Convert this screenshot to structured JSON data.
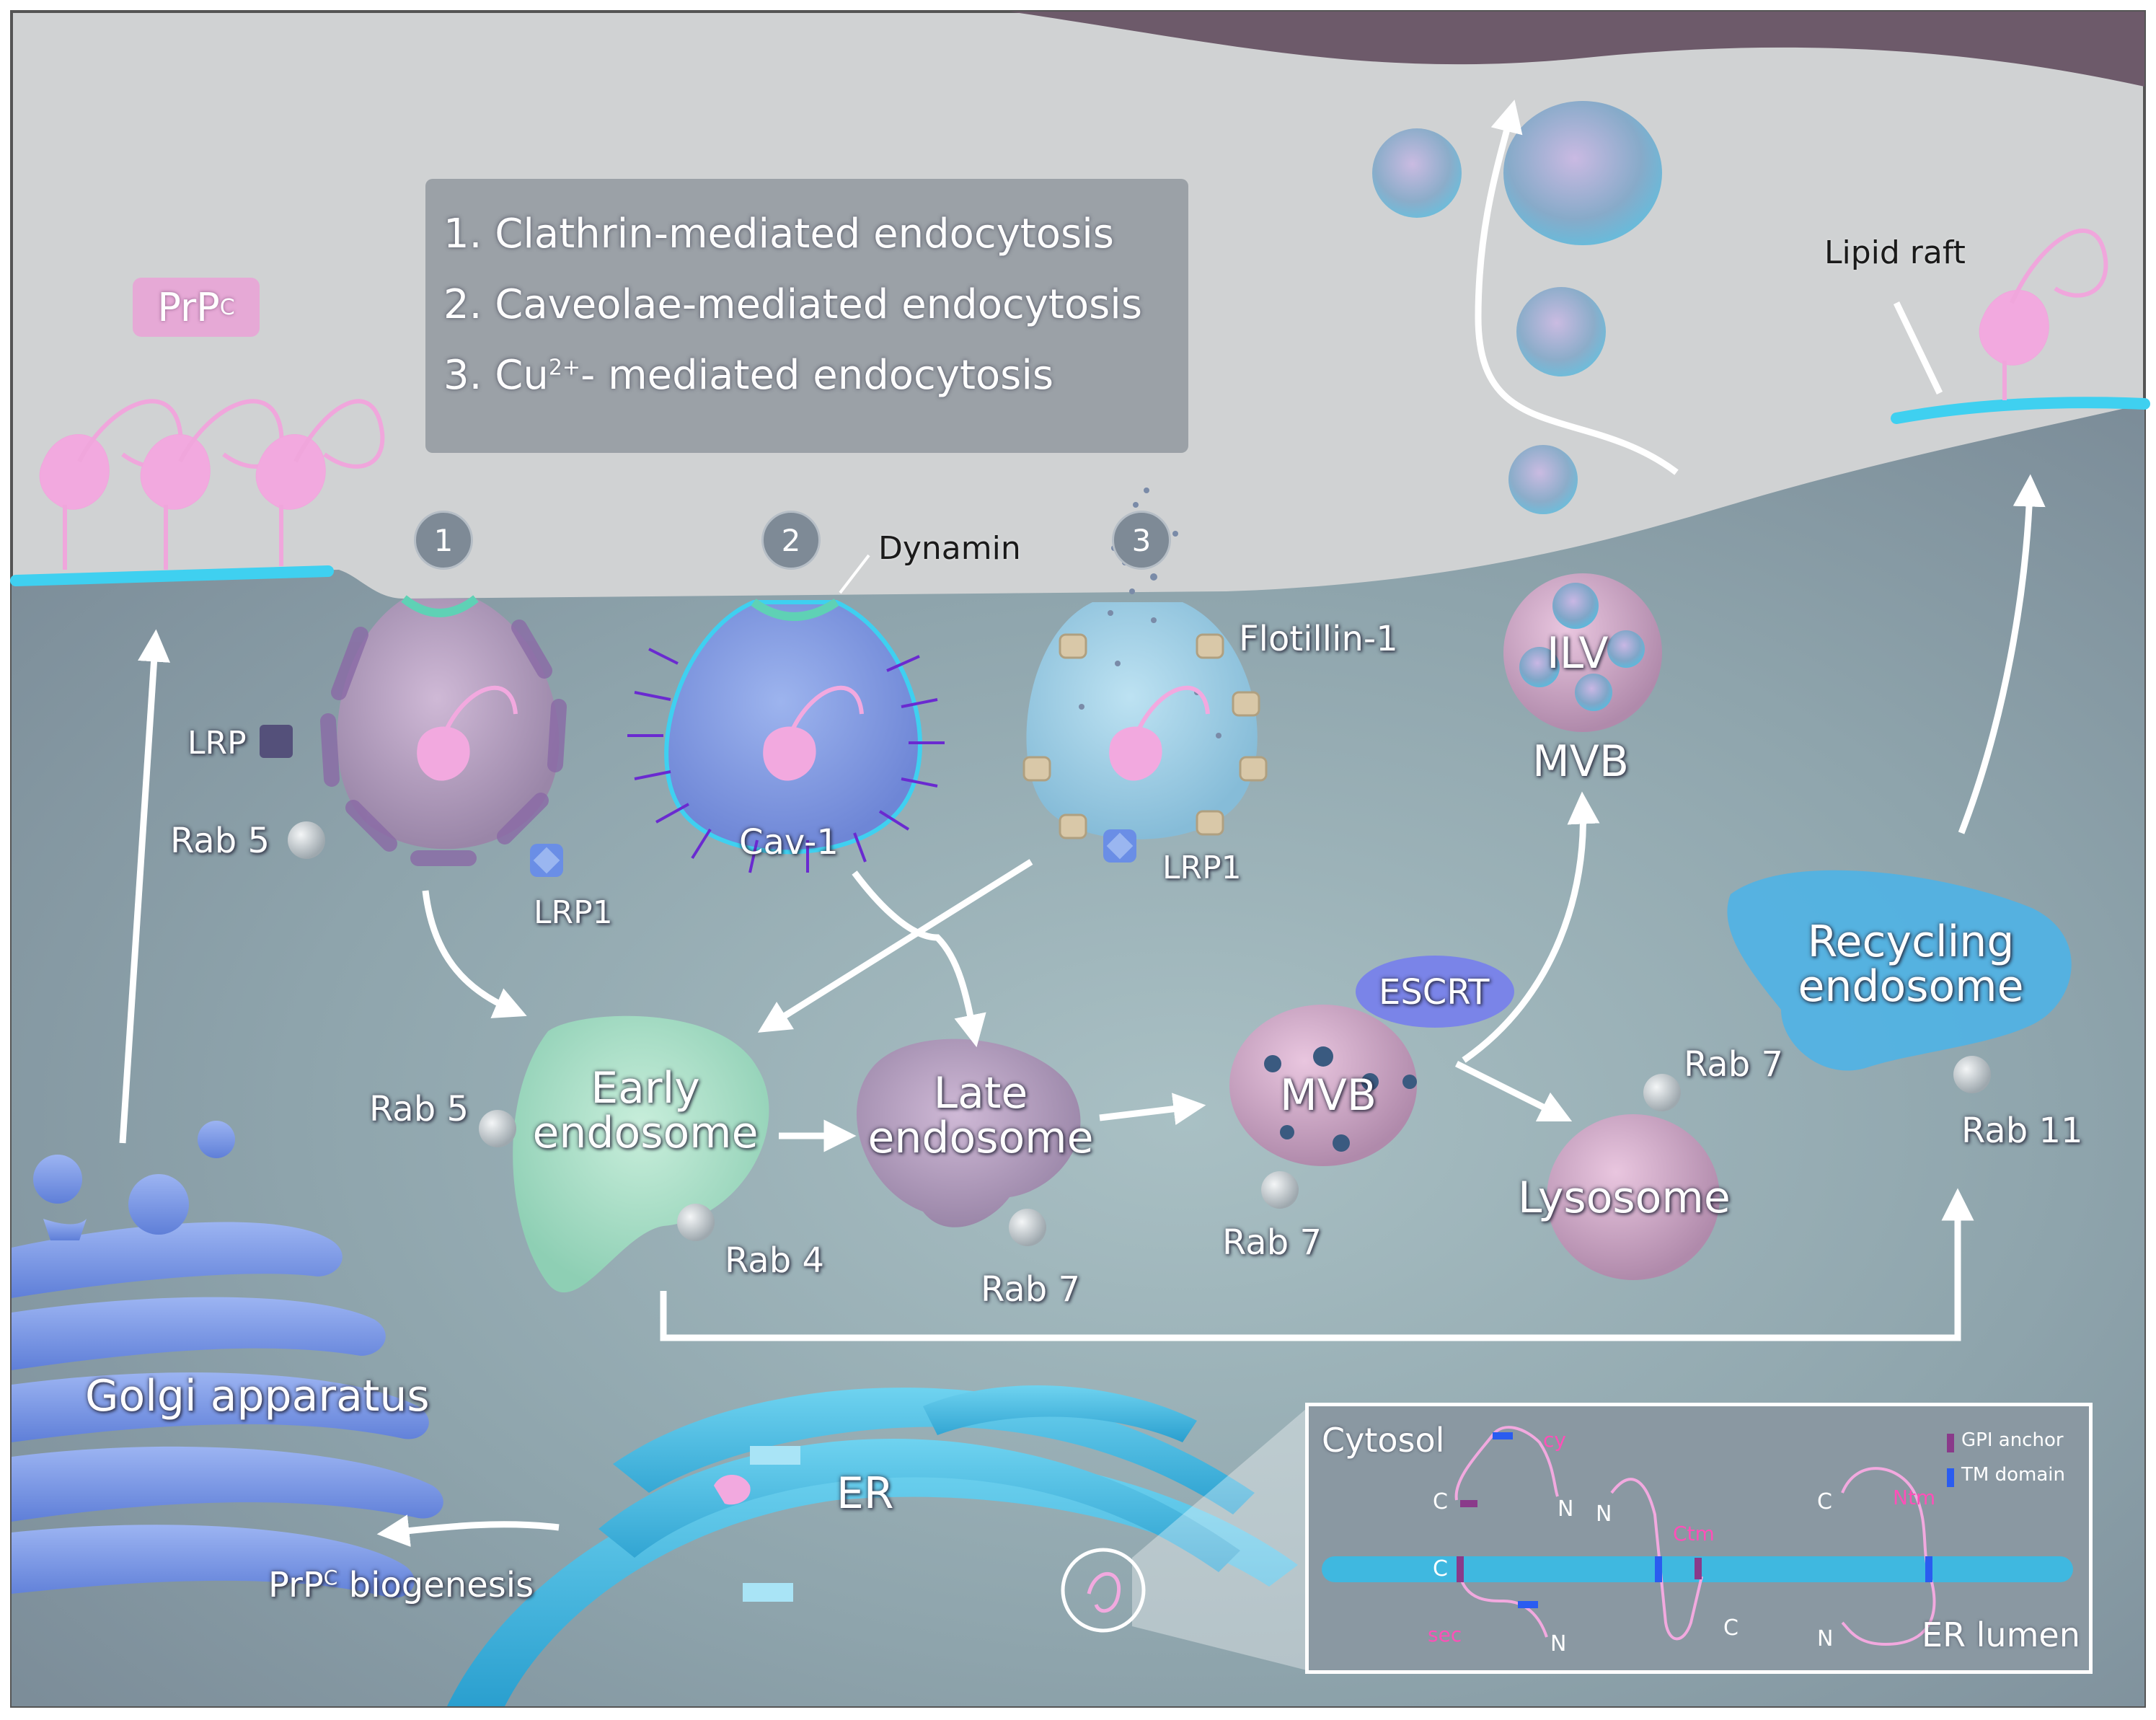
{
  "legend": {
    "line1": "1. Clathrin-mediated endocytosis",
    "line2": "2. Caveolae-mediated endocytosis",
    "line3_pre": "3. Cu",
    "line3_sup": "2+",
    "line3_post": "- mediated endocytosis"
  },
  "pathway_numbers": [
    "1",
    "2",
    "3"
  ],
  "prpc": {
    "main": "PrP",
    "sup": "C"
  },
  "labels": {
    "dynamin": "Dynamin",
    "flotillin": "Flotillin-1",
    "lrp": "LRP",
    "rab5_top": "Rab 5",
    "lrp1_left": "LRP1",
    "cav1": "Cav-1",
    "lrp1_right": "LRP1",
    "ilv": "ILV",
    "mvb_top": "MVB",
    "lipid_raft": "Lipid raft",
    "recycling_endosome": "Recycling endosome",
    "rab7_lyso": "Rab 7",
    "rab11": "Rab 11",
    "escrt": "ESCRT",
    "rab5_early": "Rab 5",
    "early_endosome": "Early endosome",
    "rab4": "Rab 4",
    "late_endosome": "Late endosome",
    "rab7_late": "Rab 7",
    "mvb_mid": "MVB",
    "rab7_mvb": "Rab 7",
    "lysosome": "Lysosome",
    "golgi": "Golgi apparatus",
    "er": "ER",
    "biogenesis_pre": "PrP",
    "biogenesis_sup": "C",
    "biogenesis_post": " biogenesis"
  },
  "inset": {
    "cytosol": "Cytosol",
    "er_lumen": "ER lumen",
    "legend_gpi": "GPI anchor",
    "legend_tm": "TM domain",
    "cy": "cy",
    "sec": "sec",
    "ctm": "Ctm",
    "ntm": "Ntm",
    "terminals": {
      "cy_c": "C",
      "cy_n": "N",
      "sec_c": "C",
      "sec_n": "N",
      "ctm_n": "N",
      "ctm_c": "C",
      "ntm_c": "C",
      "ntm_n": "N"
    }
  },
  "colors": {
    "extracellular": "#cfd1d2",
    "cytoplasm": "#8ea6ae",
    "membrane_raft": "#3fd0f0",
    "golgi": "#7a98e8",
    "er": "#3fb8e0",
    "prion": "#f2a9df",
    "gpi_anchor": "#8a3a8a",
    "tm_domain": "#2a5cf0"
  }
}
